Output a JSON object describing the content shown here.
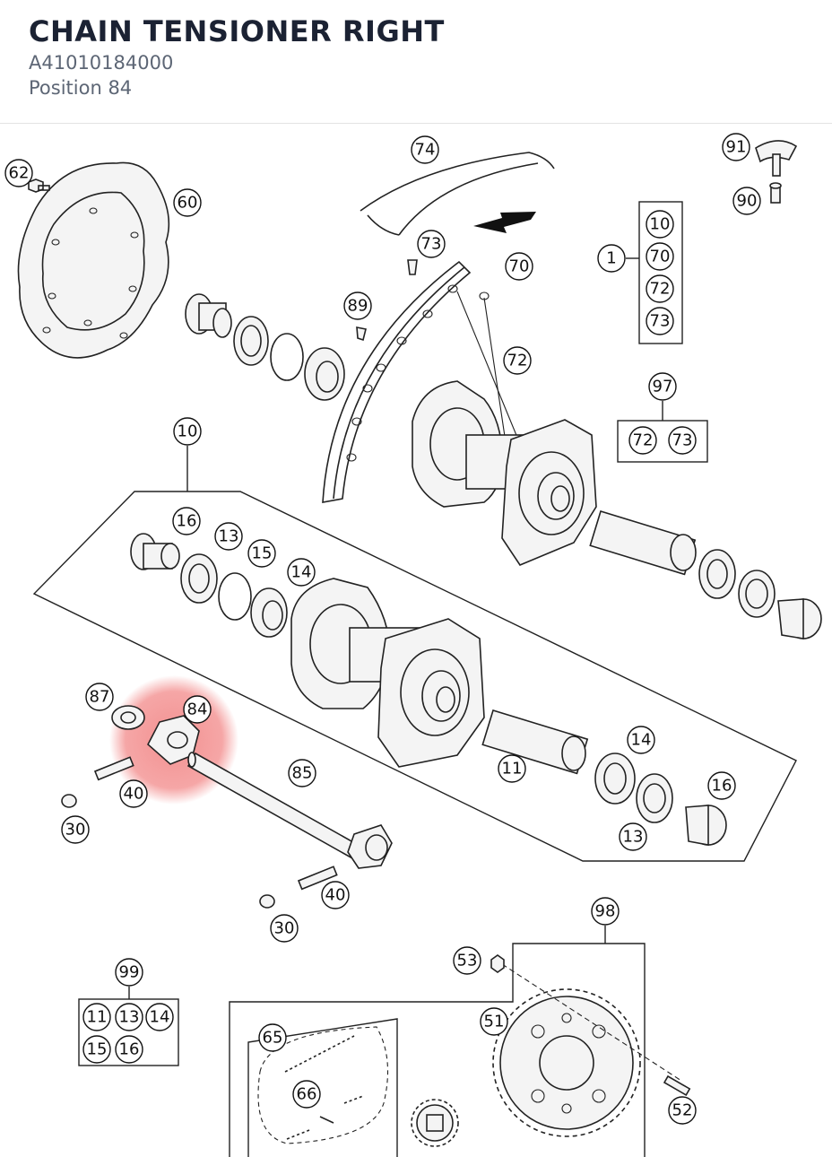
{
  "header": {
    "title": "CHAIN TENSIONER RIGHT",
    "part_number": "A41010184000",
    "position": "Position 84"
  },
  "highlight": {
    "label": "84",
    "color": "#ef6b6b"
  },
  "callouts": [
    {
      "id": "c62",
      "label": "62"
    },
    {
      "id": "c60",
      "label": "60"
    },
    {
      "id": "c74",
      "label": "74"
    },
    {
      "id": "c73a",
      "label": "73"
    },
    {
      "id": "c70",
      "label": "70"
    },
    {
      "id": "c89",
      "label": "89"
    },
    {
      "id": "c72a",
      "label": "72"
    },
    {
      "id": "c91",
      "label": "91"
    },
    {
      "id": "c90",
      "label": "90"
    },
    {
      "id": "c1",
      "label": "1"
    },
    {
      "id": "g1_10",
      "label": "10"
    },
    {
      "id": "g1_70",
      "label": "70"
    },
    {
      "id": "g1_72",
      "label": "72"
    },
    {
      "id": "g1_73",
      "label": "73"
    },
    {
      "id": "c97",
      "label": "97"
    },
    {
      "id": "g97_72",
      "label": "72"
    },
    {
      "id": "g97_73",
      "label": "73"
    },
    {
      "id": "c10",
      "label": "10"
    },
    {
      "id": "c16a",
      "label": "16"
    },
    {
      "id": "c13a",
      "label": "13"
    },
    {
      "id": "c15",
      "label": "15"
    },
    {
      "id": "c14a",
      "label": "14"
    },
    {
      "id": "c87",
      "label": "87"
    },
    {
      "id": "c84",
      "label": "84"
    },
    {
      "id": "c40a",
      "label": "40"
    },
    {
      "id": "c30a",
      "label": "30"
    },
    {
      "id": "c85",
      "label": "85"
    },
    {
      "id": "c11",
      "label": "11"
    },
    {
      "id": "c14b",
      "label": "14"
    },
    {
      "id": "c16b",
      "label": "16"
    },
    {
      "id": "c13b",
      "label": "13"
    },
    {
      "id": "c40b",
      "label": "40"
    },
    {
      "id": "c30b",
      "label": "30"
    },
    {
      "id": "c98",
      "label": "98"
    },
    {
      "id": "c53",
      "label": "53"
    },
    {
      "id": "c99",
      "label": "99"
    },
    {
      "id": "g99_11",
      "label": "11"
    },
    {
      "id": "g99_13",
      "label": "13"
    },
    {
      "id": "g99_14",
      "label": "14"
    },
    {
      "id": "g99_15",
      "label": "15"
    },
    {
      "id": "g99_16",
      "label": "16"
    },
    {
      "id": "c65",
      "label": "65"
    },
    {
      "id": "c51",
      "label": "51"
    },
    {
      "id": "c66",
      "label": "66"
    },
    {
      "id": "c52",
      "label": "52"
    }
  ]
}
